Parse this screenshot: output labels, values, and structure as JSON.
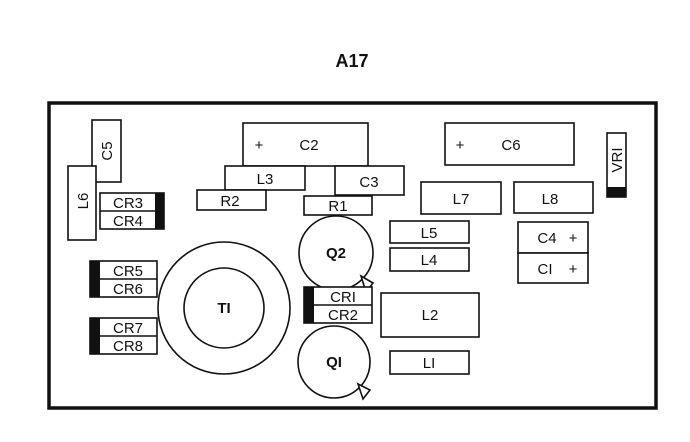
{
  "title": "A17",
  "components": {
    "c5": "C5",
    "l6": "L6",
    "cr3": "CR3",
    "cr4": "CR4",
    "c2": "C2",
    "c2_polarity": "+",
    "l3": "L3",
    "c3": "C3",
    "r2": "R2",
    "r1": "R1",
    "c6": "C6",
    "c6_polarity": "+",
    "vr1": "VRI",
    "l7": "L7",
    "l8": "L8",
    "l5": "L5",
    "l4": "L4",
    "c4": "C4",
    "c4_polarity": "+",
    "c1": "CI",
    "c1_polarity": "+",
    "q2": "Q2",
    "q1": "QI",
    "cr5": "CR5",
    "cr6": "CR6",
    "cr7": "CR7",
    "cr8": "CR8",
    "t1": "TI",
    "cr1": "CRI",
    "cr2": "CR2",
    "l2": "L2",
    "l1": "LI"
  }
}
